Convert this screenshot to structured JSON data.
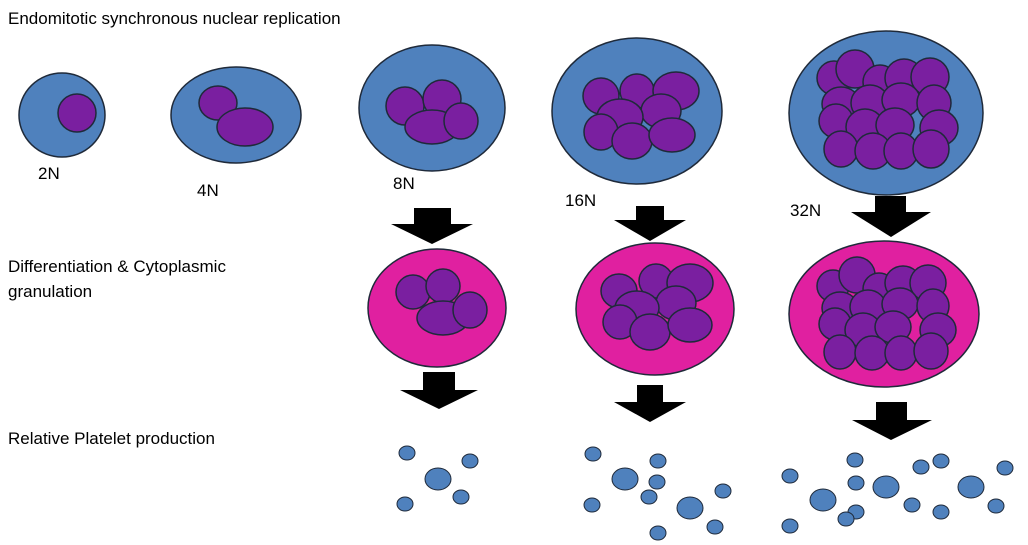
{
  "labels": {
    "row1": "Endomitotic synchronous nuclear replication",
    "row2_line1": "Differentiation & Cytoplasmic",
    "row2_line2": "granulation",
    "row3": "Relative Platelet production"
  },
  "ploidy": [
    "2N",
    "4N",
    "8N",
    "16N",
    "32N"
  ],
  "colors": {
    "cell_blue": "#4f81bd",
    "cell_outline": "#1f2a3a",
    "cell_magenta": "#e020a0",
    "nucleus_purple": "#7a1fa0",
    "arrow": "#000000",
    "platelet": "#4f81bd"
  }
}
